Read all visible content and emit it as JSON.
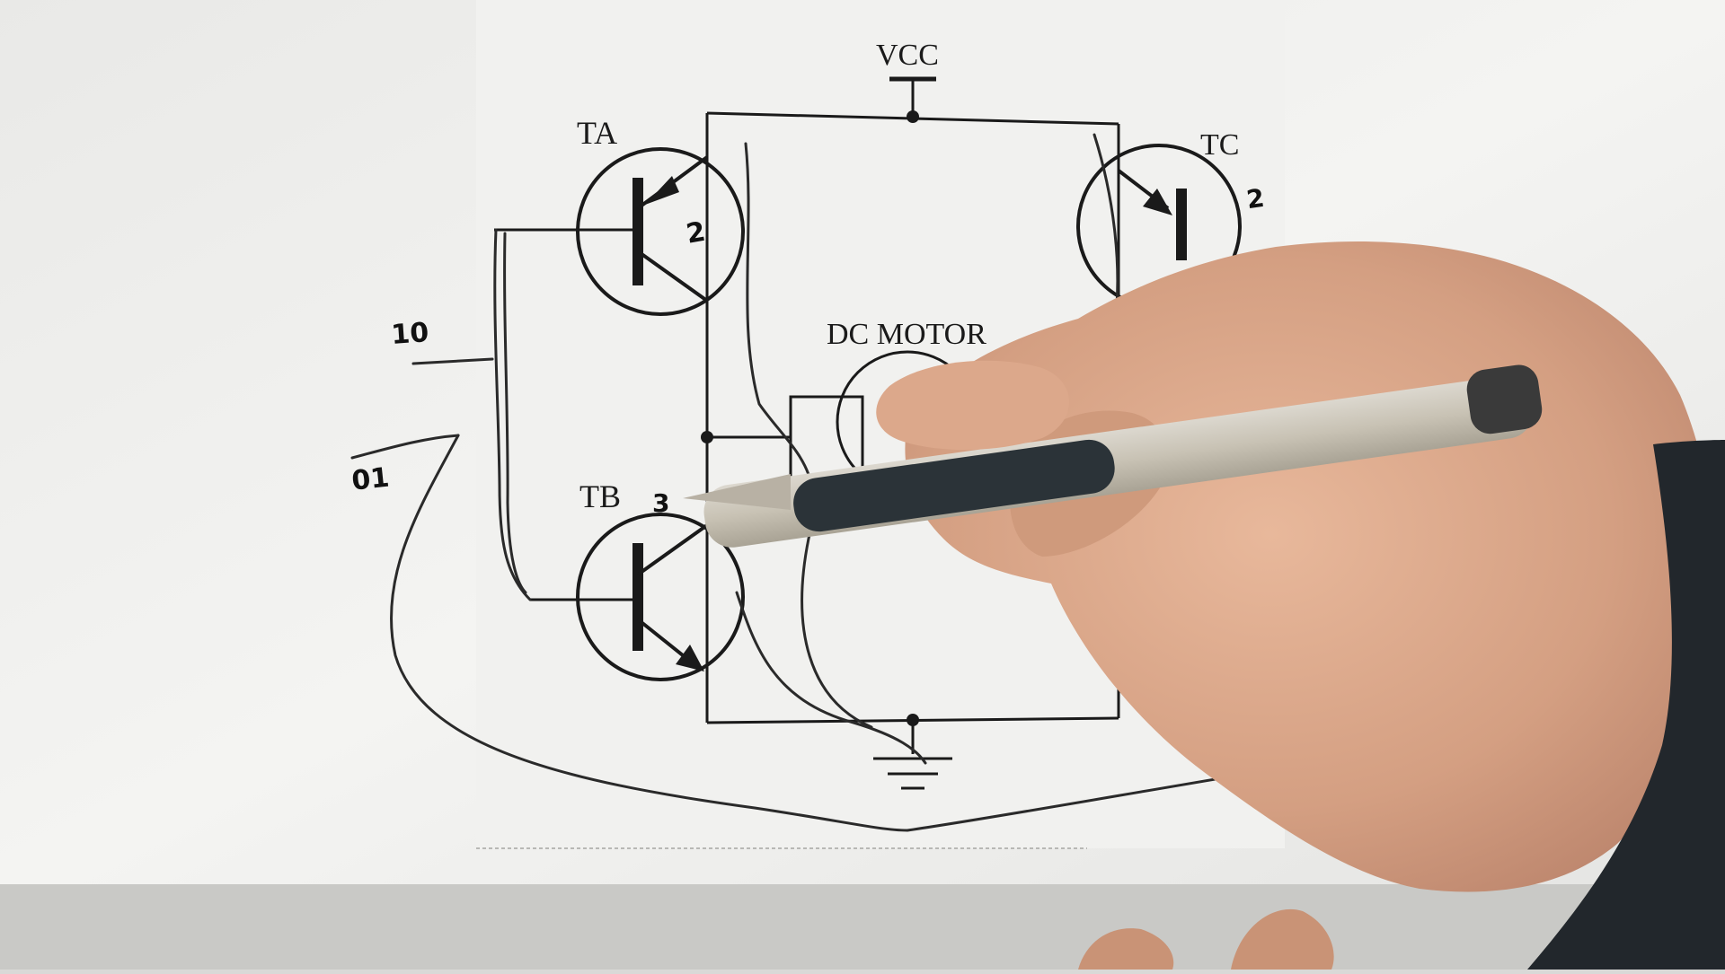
{
  "diagram": {
    "supply_label": "VCC",
    "motor_label": "DC MOTOR",
    "transistors": [
      {
        "label": "TA",
        "note": "2"
      },
      {
        "label": "TB",
        "note": "3"
      },
      {
        "label": "TC",
        "note": "2"
      }
    ],
    "input_labels": {
      "top": "10",
      "bottom": "01"
    }
  },
  "colors": {
    "paper": "#f3f3f1",
    "ink": "#1a1a1a",
    "hand": "#d9a68a",
    "pen_barrel": "#2b3338",
    "sleeve": "#22272c"
  }
}
